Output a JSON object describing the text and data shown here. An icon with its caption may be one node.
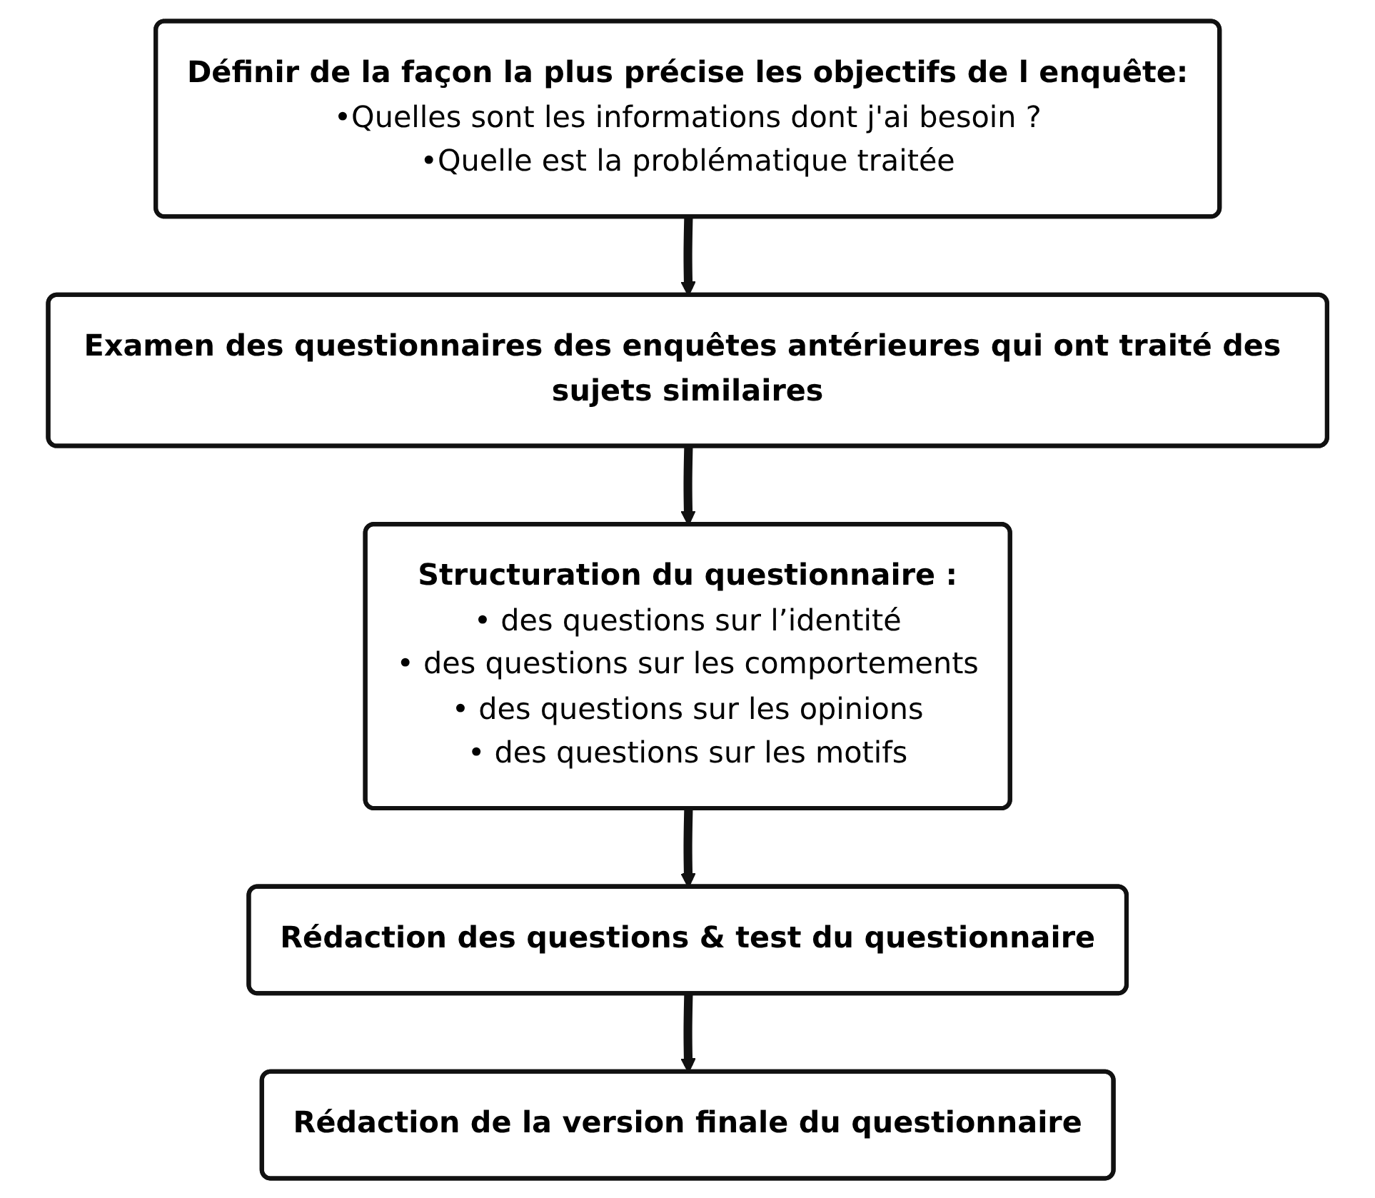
{
  "diagram": {
    "nodes": [
      {
        "text": [
          "Définir de la façon la plus précise les objectifs de l enquête:",
          "•Quelles sont les informations dont j'ai besoin ?",
          "•Quelle est la problématique traitée"
        ]
      },
      {
        "text": [
          "Examen des questionnaires des enquêtes antérieures qui ont traité des sujets similaires"
        ]
      },
      {
        "text": [
          "Structuration du questionnaire :",
          "• des questions sur l’identité",
          "• des questions sur les comportements",
          "• des questions sur les opinions",
          "• des questions sur les motifs"
        ]
      },
      {
        "text": [
          "Rédaction des questions & test du questionnaire"
        ]
      },
      {
        "text": [
          "Rédaction de la version finale du questionnaire"
        ]
      }
    ],
    "edges": [
      {
        "from": 0,
        "to": 1,
        "arrow": "to"
      },
      {
        "from": 1,
        "to": 2,
        "arrow": "to"
      },
      {
        "from": 2,
        "to": 3,
        "arrow": "to"
      },
      {
        "from": 3,
        "to": 4,
        "arrow": "to"
      }
    ]
  }
}
